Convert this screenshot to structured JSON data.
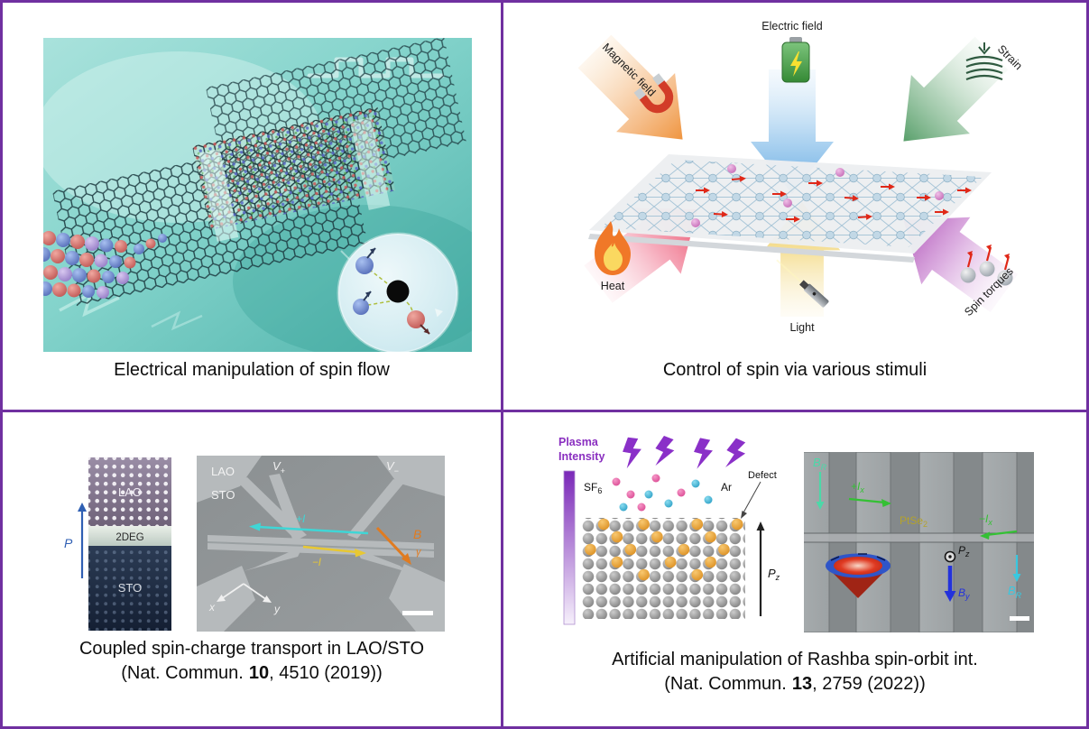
{
  "frame": {
    "border_color": "#7030a0"
  },
  "panel_spin_flow": {
    "caption": "Electrical manipulation of spin flow"
  },
  "panel_stimuli": {
    "caption": "Control of spin via various stimuli",
    "labels": {
      "magnetic_field": "Magnetic field",
      "electric_field": "Electric field",
      "strain": "Strain",
      "heat": "Heat",
      "light": "Light",
      "spin_torques": "Spin torques"
    }
  },
  "panel_lao_sto": {
    "caption": "Coupled spin-charge transport in LAO/STO",
    "citation": {
      "prefix": "(Nat. Commun.",
      "volume": "10",
      "suffix": ", 4510 (2019))"
    },
    "stack": {
      "p": "P",
      "lao": "LAO",
      "two_deg": "2DEG",
      "sto": "STO"
    },
    "sem": {
      "lao": "LAO",
      "sto": "STO",
      "v": "V",
      "plus": "+",
      "minus": "−",
      "i_plus": "+I",
      "i_minus": "−I",
      "b": "B",
      "gamma": "γ",
      "x": "x",
      "y": "y"
    }
  },
  "panel_rashba": {
    "caption": "Artificial manipulation of Rashba spin-orbit int.",
    "citation": {
      "prefix": "(Nat. Commun.",
      "volume": "13",
      "suffix": ", 2759 (2022))"
    },
    "plasma": {
      "title_line1": "Plasma",
      "title_line2": "Intensity",
      "sf": "SF",
      "sf_sub": "6",
      "ar": "Ar",
      "defect": "Defect",
      "p": "P",
      "p_sub": "z"
    },
    "sem": {
      "b": "B",
      "r_sub": "R",
      "i_plus": "+I",
      "i_minus": "−I",
      "x_sub": "x",
      "ptse": "PtSe",
      "ptse_sub": "2",
      "p": "P",
      "z_sub": "z",
      "b_y_sub": "y"
    }
  }
}
